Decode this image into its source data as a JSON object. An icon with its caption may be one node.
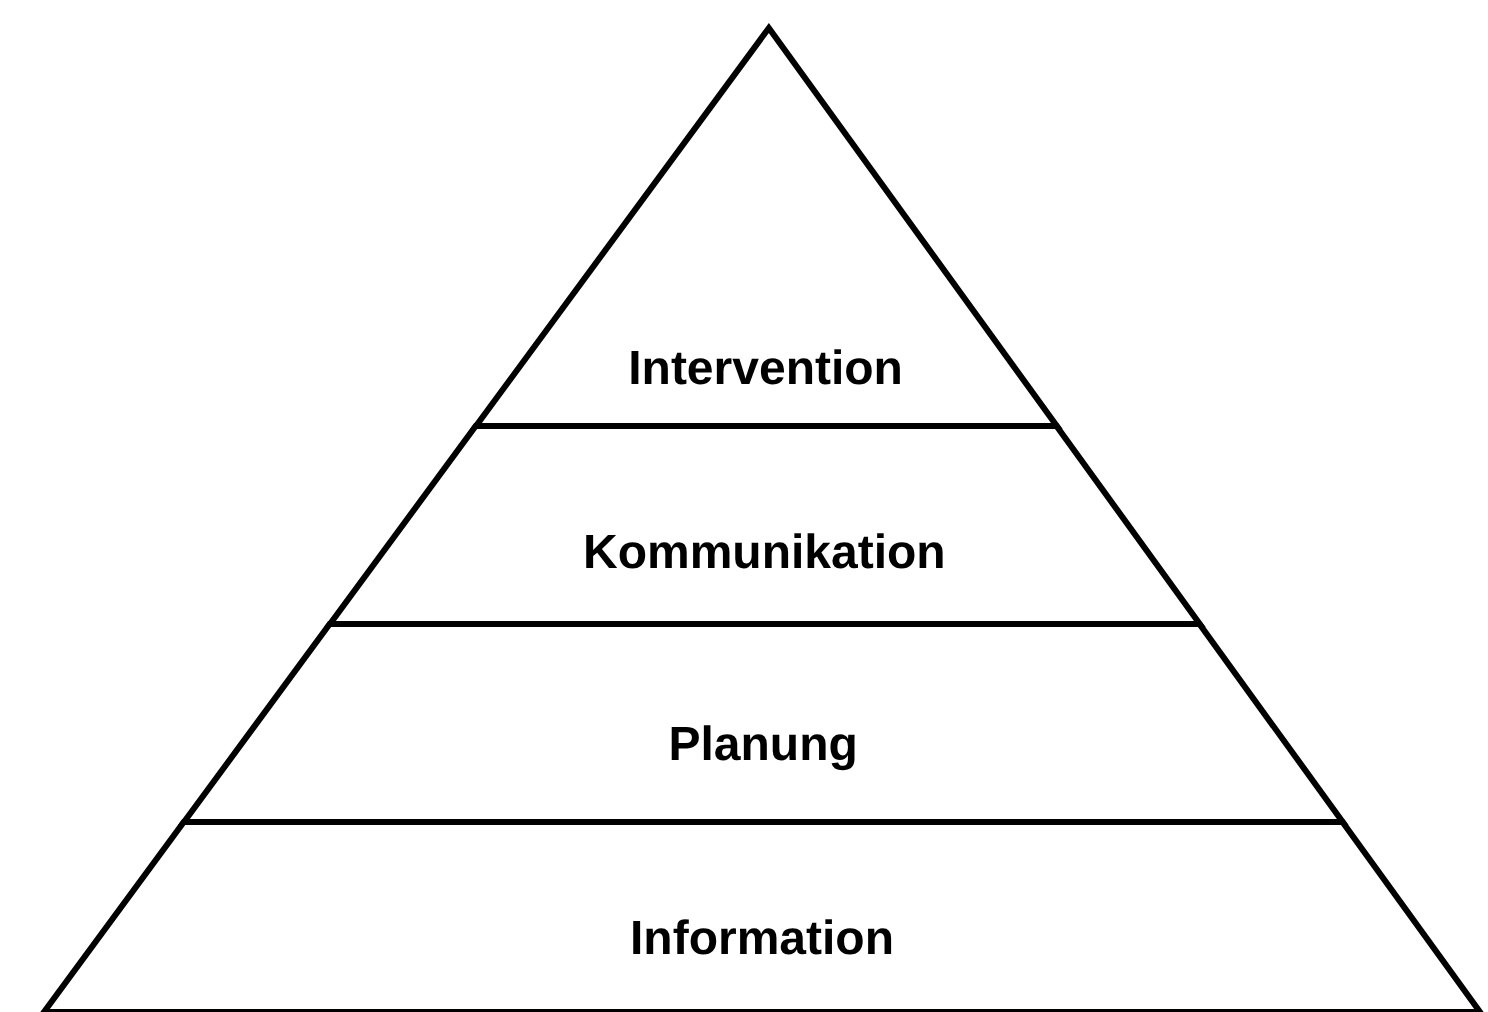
{
  "diagram": {
    "nodes": [
      {
        "text": [
          "Intervention"
        ]
      },
      {
        "text": [
          "Kommunikation"
        ]
      },
      {
        "text": [
          "Planung"
        ]
      },
      {
        "text": [
          "Information"
        ]
      }
    ]
  }
}
